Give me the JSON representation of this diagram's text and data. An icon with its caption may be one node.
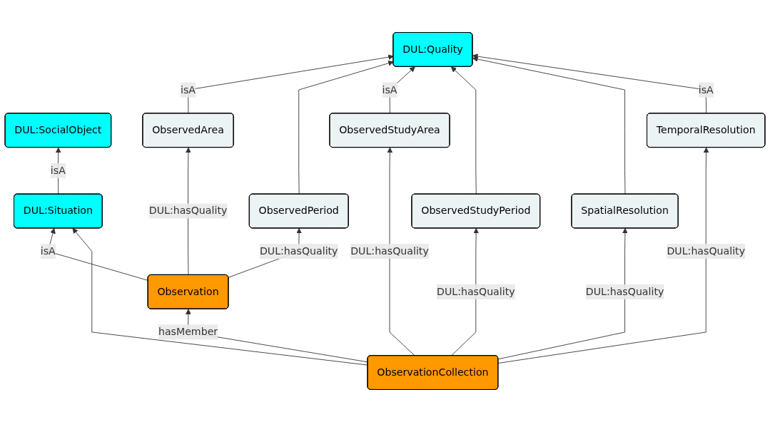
{
  "diagram": {
    "nodes": [
      {
        "text": [
          "DUL:SocialObject"
        ]
      },
      {
        "text": [
          "DUL:Quality"
        ]
      },
      {
        "text": [
          "SpatialResolution"
        ]
      },
      {
        "text": [
          "DUL:Situation"
        ]
      },
      {
        "text": [
          "ObservedArea"
        ]
      },
      {
        "text": [
          "ObservedPeriod"
        ]
      },
      {
        "text": [
          "ObservedStudyArea"
        ]
      },
      {
        "text": [
          "ObservedStudyPeriod"
        ]
      },
      {
        "text": [
          "TemporalResolution"
        ]
      },
      {
        "text": [
          "Observation"
        ]
      },
      {
        "text": [
          "ObservationCollection"
        ]
      }
    ],
    "edges": [
      {
        "from": 3,
        "to": 0,
        "arrow": "to",
        "label": "isA"
      },
      {
        "from": 4,
        "to": 1,
        "arrow": "to",
        "label": "isA"
      },
      {
        "from": 5,
        "to": 1,
        "arrow": "to"
      },
      {
        "from": 6,
        "to": 1,
        "arrow": "to",
        "label": "isA"
      },
      {
        "from": 7,
        "to": 1,
        "arrow": "to"
      },
      {
        "from": 2,
        "to": 1,
        "arrow": "to"
      },
      {
        "from": 8,
        "to": 1,
        "arrow": "to",
        "label": "isA"
      },
      {
        "from": 9,
        "to": 4,
        "arrow": "to",
        "label": "DUL:hasQuality"
      },
      {
        "from": 9,
        "to": 5,
        "arrow": "to",
        "label": "DUL:hasQuality"
      },
      {
        "from": 9,
        "to": 3,
        "arrow": "to",
        "label": "isA"
      },
      {
        "from": 10,
        "to": 3,
        "arrow": "to"
      },
      {
        "from": 10,
        "to": 6,
        "arrow": "to",
        "label": "DUL:hasQuality"
      },
      {
        "from": 10,
        "to": 7,
        "arrow": "to",
        "label": "DUL:hasQuality"
      },
      {
        "from": 10,
        "to": 2,
        "arrow": "to",
        "label": "DUL:hasQuality"
      },
      {
        "from": 10,
        "to": 8,
        "arrow": "to",
        "label": "DUL:hasQuality"
      },
      {
        "from": 10,
        "to": 9,
        "arrow": "to",
        "label": "hasMember"
      }
    ]
  }
}
